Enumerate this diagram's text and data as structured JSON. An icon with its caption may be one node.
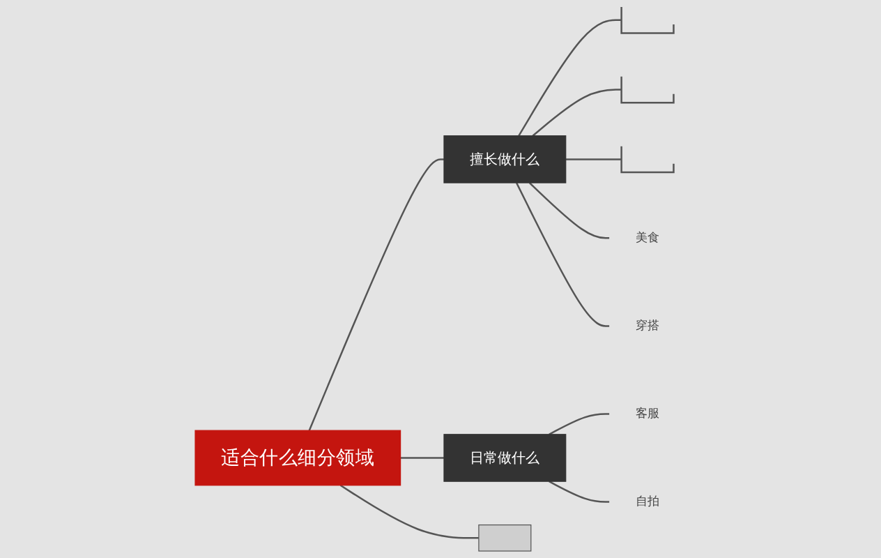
{
  "diagram": {
    "nodes": [
      {
        "text": [
          "适合什么细分领域"
        ]
      },
      {
        "text": [
          "擅长做什么"
        ]
      },
      {
        "text": [
          "日常做什么"
        ]
      },
      {
        "text": [],
        "shape": "box"
      },
      {
        "text": [],
        "shape": "bar"
      },
      {
        "text": [],
        "shape": "bar"
      },
      {
        "text": [],
        "shape": "bar"
      },
      {
        "text": [
          "美食"
        ]
      },
      {
        "text": [
          "穿搭"
        ]
      },
      {
        "text": [
          "客服"
        ]
      },
      {
        "text": [
          "自拍"
        ]
      }
    ],
    "edges": [
      {
        "from": 0,
        "to": 1,
        "arrow": "none"
      },
      {
        "from": 0,
        "to": 2,
        "arrow": "none"
      },
      {
        "from": 0,
        "to": 3,
        "arrow": "none"
      },
      {
        "from": 1,
        "to": 4,
        "arrow": "none"
      },
      {
        "from": 1,
        "to": 5,
        "arrow": "none"
      },
      {
        "from": 1,
        "to": 6,
        "arrow": "none"
      },
      {
        "from": 1,
        "to": 7,
        "arrow": "none"
      },
      {
        "from": 1,
        "to": 8,
        "arrow": "none"
      },
      {
        "from": 2,
        "to": 9,
        "arrow": "none"
      },
      {
        "from": 2,
        "to": 10,
        "arrow": "none"
      }
    ]
  }
}
